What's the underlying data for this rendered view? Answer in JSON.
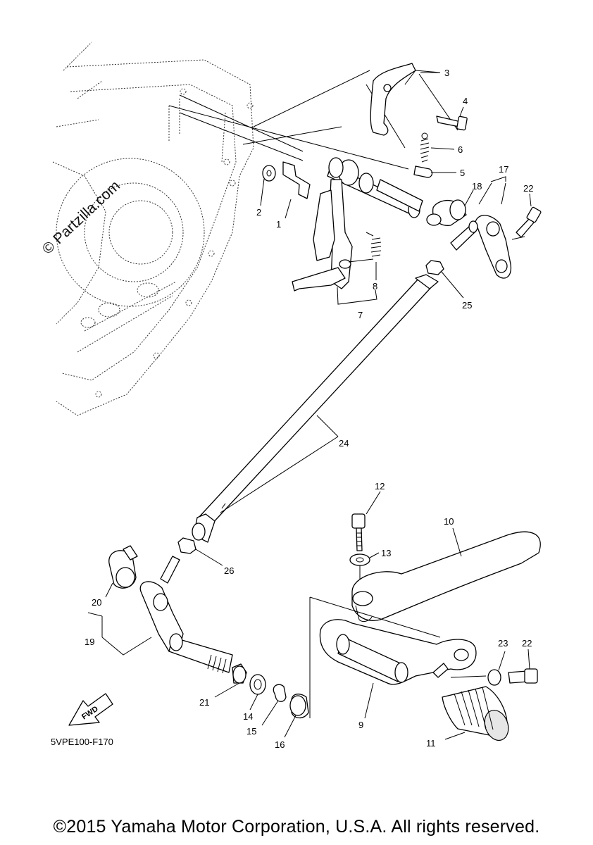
{
  "watermark": "© Partzilla.com",
  "diagram_code": "5VPE100-F170",
  "fwd_label": "FWD",
  "copyright": "©2015 Yamaha Motor Corporation, U.S.A. All rights reserved.",
  "callouts": {
    "c1": "1",
    "c2": "2",
    "c3": "3",
    "c4": "4",
    "c5": "5",
    "c6": "6",
    "c7": "7",
    "c8": "8",
    "c9": "9",
    "c10": "10",
    "c11": "11",
    "c12": "12",
    "c13": "13",
    "c14": "14",
    "c15": "15",
    "c16": "16",
    "c17": "17",
    "c18": "18",
    "c19": "19",
    "c20": "20",
    "c21": "21",
    "c22a": "22",
    "c22b": "22",
    "c23": "23",
    "c24": "24",
    "c25": "25",
    "c26": "26"
  }
}
